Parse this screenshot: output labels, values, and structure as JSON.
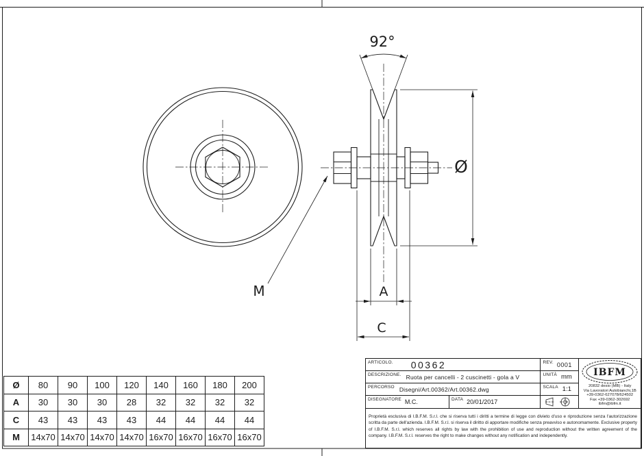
{
  "colors": {
    "ink": "#1c1c1c",
    "paper": "#ffffff"
  },
  "drawing": {
    "angle_label": "92°",
    "diameter_symbol": "Ø",
    "dim_a_label": "A",
    "dim_c_label": "C",
    "bolt_label": "M"
  },
  "size_table": {
    "rows": [
      {
        "header": "Ø",
        "values": [
          "80",
          "90",
          "100",
          "120",
          "140",
          "160",
          "180",
          "200"
        ]
      },
      {
        "header": "A",
        "values": [
          "30",
          "30",
          "30",
          "28",
          "32",
          "32",
          "32",
          "32"
        ]
      },
      {
        "header": "C",
        "values": [
          "43",
          "43",
          "43",
          "43",
          "44",
          "44",
          "44",
          "44"
        ]
      },
      {
        "header": "M",
        "values": [
          "14x70",
          "14x70",
          "14x70",
          "14x70",
          "16x70",
          "16x70",
          "16x70",
          "16x70"
        ]
      }
    ]
  },
  "title_block": {
    "articolo_label": "ARTICOLO.",
    "articolo_value": "00362",
    "rev_label": "REV.",
    "rev_value": "0001",
    "descrizione_label": "DESCRIZIONE.",
    "descrizione_value": "Ruota per cancelli - 2 cuscinetti - gola a V",
    "unita_label": "UNITÀ",
    "unita_value": "mm",
    "percorso_label": "PERCORSO",
    "percorso_value": "Disegni/Art.00362/Art.00362.dwg",
    "scala_label": "SCALA",
    "scala_value": "1:1",
    "disegnatore_label": "DISEGNATORE",
    "disegnatore_value": "M.C.",
    "data_label": "DATA",
    "data_value": "20/01/2017",
    "legal_text": "Proprietà esclusiva di I.B.F.M. S.r.l. che si riserva tutti i diritti a termine di legge con divieto d'uso e riproduzione senza l'autorizzazione scritta da parte dell'azienda. I.B.F.M. S.r.l. si riserva il diritto di apportare modifiche senza preavviso e autonomamente. Exclusive property of I.B.F.M. S.r.l. which reserves all rights by law with the prohibition of use and reproduction without the written agreement of the company. I.B.F.M. S.r.l. reserves the right to make changes without any notification and independently."
  },
  "logo": {
    "name": "IBFM",
    "address_lines": [
      "20832 desio (MB) - Italy",
      "Via Lavoratori Autobianchi,1B",
      "+39-0362-627078/624502",
      "Fax +39-0362-302692",
      "ibfm@ibfm.it"
    ]
  }
}
